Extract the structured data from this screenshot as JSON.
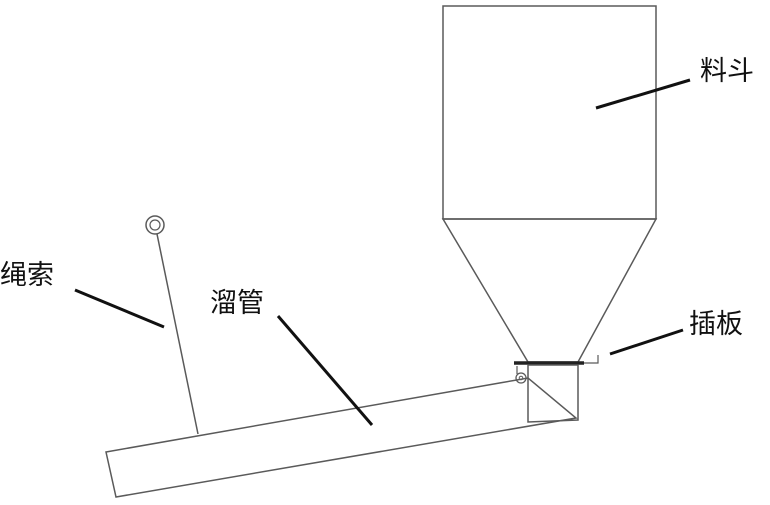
{
  "labels": {
    "hopper": "料斗",
    "gate_plate": "插板",
    "rope": "绳索",
    "chute": "溜管"
  },
  "colors": {
    "outline": "#5a5a5a",
    "leader": "#111111",
    "background": "#ffffff"
  }
}
